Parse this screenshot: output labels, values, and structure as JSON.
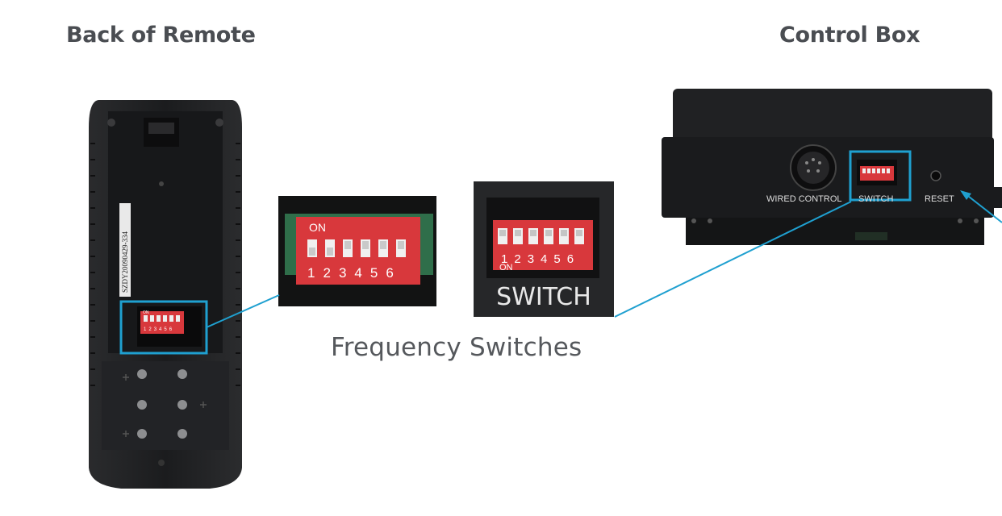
{
  "headings": {
    "left": "Back of Remote",
    "right": "Control Box"
  },
  "caption": "Frequency Switches",
  "remote": {
    "serial": "SZDY20090429-334",
    "dip_on_label": "ON",
    "dip_numbers": [
      "1",
      "2",
      "3",
      "4",
      "5",
      "6"
    ]
  },
  "zoom_remote": {
    "on_label": "ON",
    "numbers": [
      "1",
      "2",
      "3",
      "4",
      "5",
      "6"
    ]
  },
  "zoom_box": {
    "on_label": "ON",
    "numbers": [
      "1",
      "2",
      "3",
      "4",
      "5",
      "6"
    ],
    "switch_label": "SWITCH"
  },
  "control_box": {
    "wired_label": "WIRED CONTROL",
    "switch_label": "SWITCH",
    "reset_label": "RESET"
  },
  "colors": {
    "highlight": "#1fa0d0",
    "dip_red": "#d8383c",
    "device_black": "#1c1d1f"
  }
}
